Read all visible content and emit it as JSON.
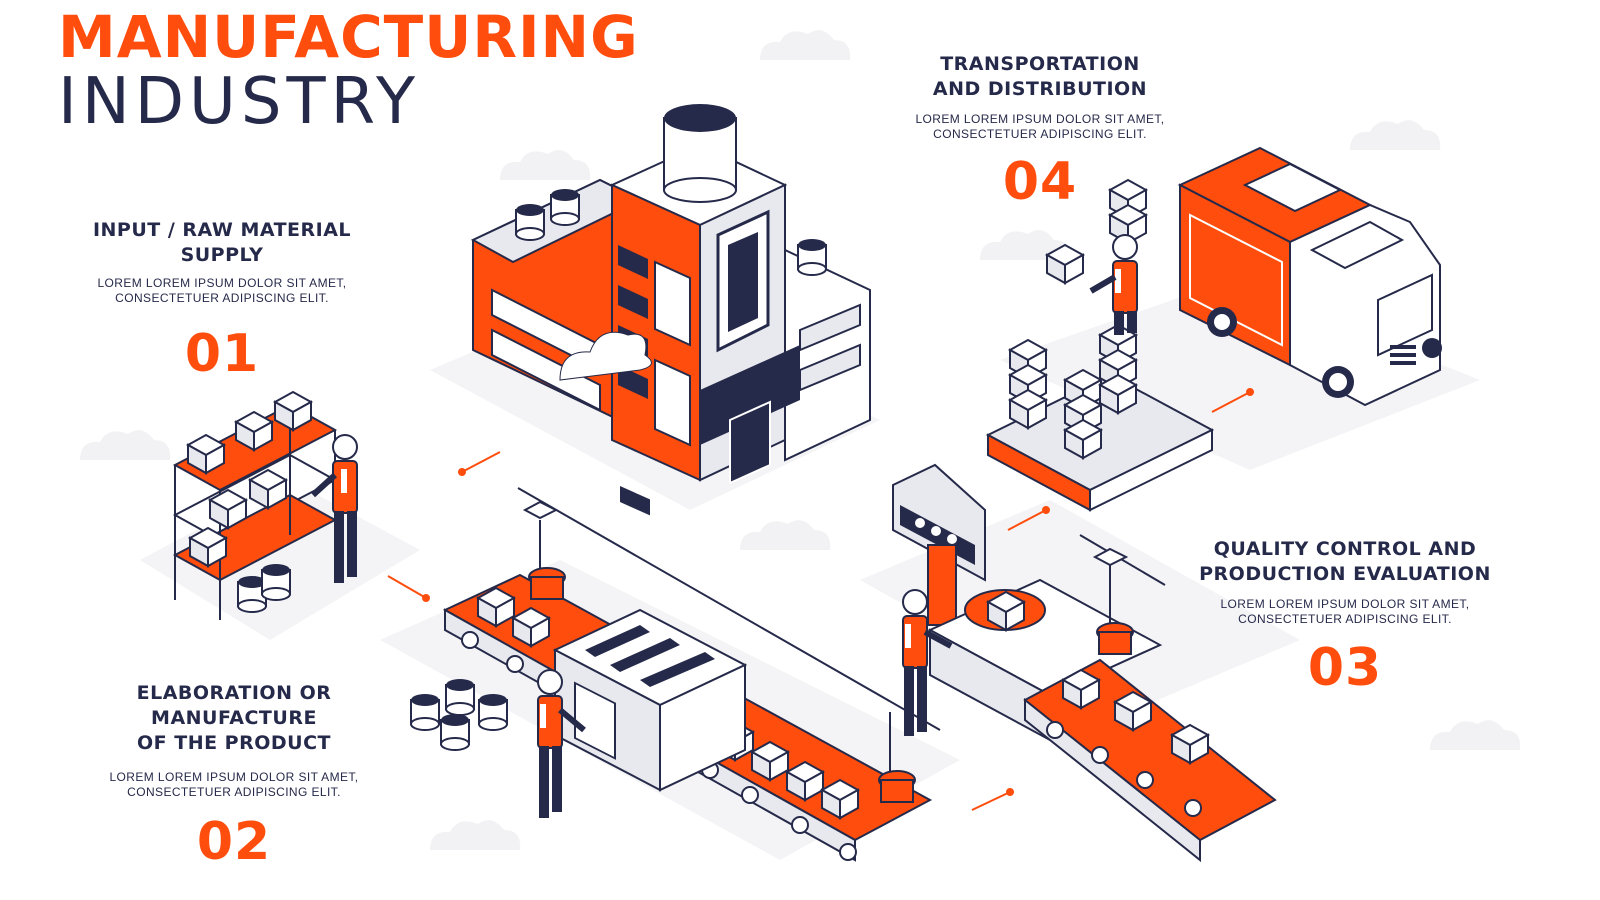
{
  "header": {
    "title": "MANUFACTURING",
    "subtitle": "INDUSTRY"
  },
  "steps": [
    {
      "number": "01",
      "title_line1": "INPUT / RAW MATERIAL",
      "title_line2": "SUPPLY",
      "text_line1": "LOREM LOREM IPSUM DOLOR SIT AMET,",
      "text_line2": "CONSECTETUER ADIPISCING ELIT."
    },
    {
      "number": "02",
      "title_line1": "ELABORATION OR",
      "title_line2": "MANUFACTURE",
      "title_line3": "OF THE PRODUCT",
      "text_line1": "LOREM LOREM IPSUM DOLOR SIT AMET,",
      "text_line2": "CONSECTETUER ADIPISCING ELIT."
    },
    {
      "number": "03",
      "title_line1": "QUALITY CONTROL AND",
      "title_line2": "PRODUCTION EVALUATION",
      "text_line1": "LOREM LOREM IPSUM DOLOR SIT AMET,",
      "text_line2": "CONSECTETUER ADIPISCING ELIT."
    },
    {
      "number": "04",
      "title_line1": "TRANSPORTATION",
      "title_line2": "AND DISTRIBUTION",
      "text_line1": "LOREM LOREM IPSUM DOLOR SIT AMET,",
      "text_line2": "CONSECTETUER ADIPISCING ELIT."
    }
  ],
  "colors": {
    "accent": "#ff4d0d",
    "navy": "#262a4a",
    "light_gray": "#e8e9ee",
    "shadow": "#f2f2f4",
    "white": "#ffffff"
  },
  "icons": [
    "factory-icon",
    "storage-shelf-icon",
    "worker-icon",
    "conveyor-belt-icon",
    "delivery-truck-icon",
    "box-stack-icon",
    "control-panel-icon"
  ]
}
